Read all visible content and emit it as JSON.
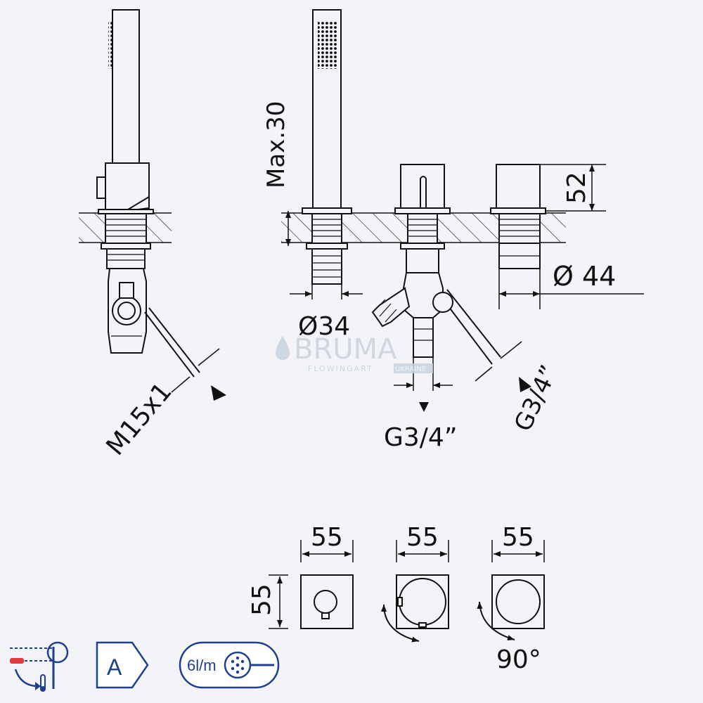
{
  "dimensions": {
    "max_height": "Max.30",
    "height_52": "52",
    "diameter_44": "Ø 44",
    "diameter_34": "Ø34",
    "thread_m15": "M15x1",
    "thread_g34_down": "G3/4”",
    "thread_g34_angle": "G3/4”",
    "width_55_a": "55",
    "width_55_b": "55",
    "width_55_c": "55",
    "height_55": "55",
    "rotation": "90°"
  },
  "watermark": {
    "brand": "BRUMA",
    "tagline": "FLOWINGART",
    "region": "UKRAINE"
  },
  "badges": {
    "energy_class": "A",
    "flow_rate": "6l/m"
  },
  "colors": {
    "line": "#111111",
    "background": "#f2f4f8",
    "badge_blue": "#1f3f8f",
    "badge_red": "#e23a3a",
    "watermark": "#c9d3dd"
  },
  "icons": [
    "mixer-temperature-icon",
    "energy-class-badge",
    "hand-shower-flow-icon"
  ]
}
